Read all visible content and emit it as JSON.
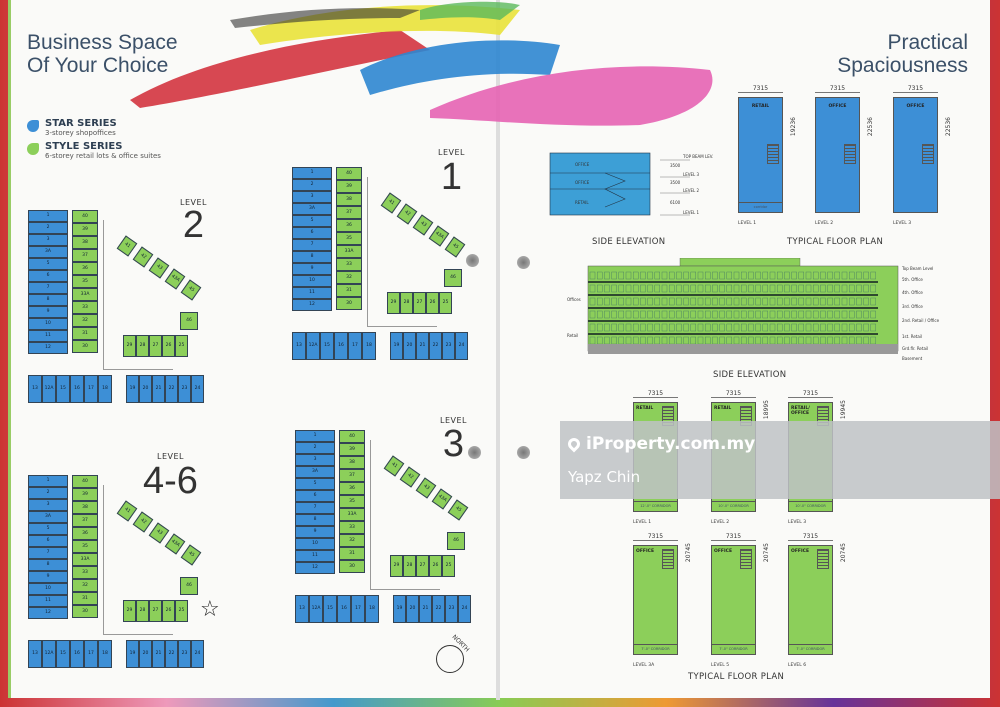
{
  "left_page": {
    "title_line1": "Business Space",
    "title_line2": "Of Your Choice",
    "legend": [
      {
        "name": "STAR SERIES",
        "desc": "3-storey shopoffices",
        "color": "#3d8fd6"
      },
      {
        "name": "STYLE SERIES",
        "desc": "6-storey retail lots & office suites",
        "color": "#8ccf5a"
      }
    ],
    "plans": [
      {
        "level_label": "LEVEL",
        "level_number": "2"
      },
      {
        "level_label": "LEVEL",
        "level_number": "1"
      },
      {
        "level_label": "LEVEL",
        "level_number": "4-6"
      },
      {
        "level_label": "LEVEL",
        "level_number": "3"
      }
    ],
    "lots": {
      "blue_column": [
        "1",
        "2",
        "3",
        "3A",
        "5",
        "6",
        "7",
        "8",
        "9",
        "10",
        "11",
        "12"
      ],
      "green_column": [
        "40",
        "39",
        "38",
        "37",
        "36",
        "35",
        "33A",
        "33",
        "32",
        "31",
        "30"
      ],
      "angled": [
        "41",
        "42",
        "43",
        "43A",
        "45"
      ],
      "corner": "46",
      "green_row": [
        "29",
        "28",
        "27",
        "26",
        "25"
      ],
      "bottom_blue_left": [
        "13",
        "12A",
        "15",
        "16",
        "17",
        "18"
      ],
      "bottom_blue_right": [
        "19",
        "20",
        "21",
        "22",
        "23",
        "24"
      ]
    },
    "north_label": "NORTH"
  },
  "right_page": {
    "title_line1": "Practical",
    "title_line2": "Spaciousness",
    "blue_elevation": {
      "floors": [
        "OFFICE",
        "OFFICE",
        "RETAIL"
      ],
      "levels": [
        "TOP BEAM LEV.",
        "LEVEL 3",
        "LEVEL 2",
        "LEVEL 1"
      ],
      "dims": [
        "3500",
        "3500",
        "6100"
      ],
      "caption": "SIDE ELEVATION"
    },
    "blue_plans": {
      "caption": "TYPICAL FLOOR PLAN",
      "items": [
        {
          "label": "RETAIL",
          "width": "7315",
          "depth": "19236",
          "level": "LEVEL 1",
          "corridor": "corridor"
        },
        {
          "label": "OFFICE",
          "width": "7315",
          "depth": "22536",
          "level": "LEVEL 2",
          "corridor": ""
        },
        {
          "label": "OFFICE",
          "width": "7315",
          "depth": "22536",
          "level": "LEVEL 3",
          "corridor": ""
        }
      ]
    },
    "green_elevation": {
      "left_labels": [
        "Offices",
        "Retail"
      ],
      "right_labels": [
        "Top Beam Level",
        "5th. Office",
        "4th. Office",
        "3rd. Office",
        "2nd. Retail / Office",
        "1st. Retail",
        "Grd.flr. Retail",
        "Basement"
      ],
      "caption": "SIDE ELEVATION"
    },
    "green_plans": {
      "caption": "TYPICAL FLOOR PLAN",
      "items": [
        {
          "label": "RETAIL",
          "width": "7315",
          "depth": "",
          "level": "LEVEL 1",
          "corridor": "12'-0\" CORRIDOR"
        },
        {
          "label": "RETAIL",
          "width": "7315",
          "depth": "18995",
          "level": "LEVEL 2",
          "corridor": "10'-0\" CORRIDOR"
        },
        {
          "label": "RETAIL/ OFFICE",
          "width": "7315",
          "depth": "19945",
          "level": "LEVEL 3",
          "corridor": "10'-0\" CORRIDOR"
        },
        {
          "label": "OFFICE",
          "width": "7315",
          "depth": "20745",
          "level": "LEVEL 3A",
          "corridor": "7'-0\" CORRIDOR"
        },
        {
          "label": "OFFICE",
          "width": "7315",
          "depth": "20745",
          "level": "LEVEL 5",
          "corridor": "7'-0\" CORRIDOR"
        },
        {
          "label": "OFFICE",
          "width": "7315",
          "depth": "20745",
          "level": "LEVEL 6",
          "corridor": "7'-0\" CORRIDOR"
        }
      ]
    }
  },
  "watermark": {
    "brand": "iProperty.com.my",
    "agent": "Yapz Chin"
  },
  "colors": {
    "blue": "#3d8fd6",
    "green": "#8ccf5a",
    "title": "#3b5068"
  }
}
